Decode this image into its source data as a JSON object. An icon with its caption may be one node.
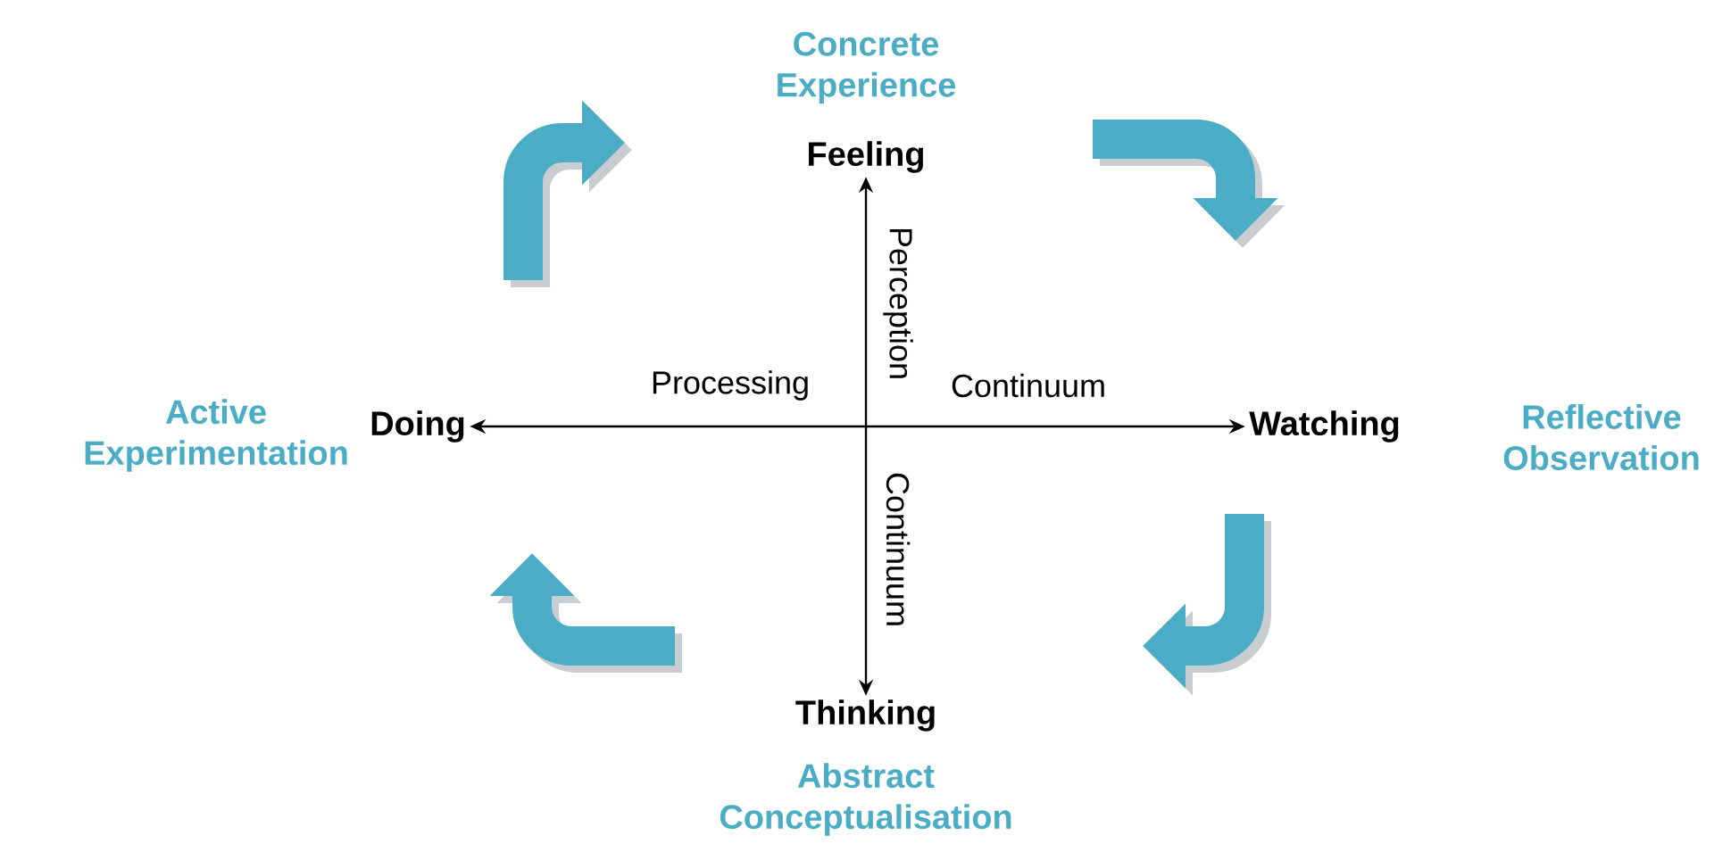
{
  "diagram": {
    "nodes": [
      {
        "text": [
          "Concrete Experience"
        ]
      },
      {
        "text": [
          "Feeling"
        ]
      },
      {
        "text": [
          "Reflective Observation"
        ]
      },
      {
        "text": [
          "Watching"
        ]
      },
      {
        "text": [
          "Thinking"
        ]
      },
      {
        "text": [
          "Abstract Conceptualisation"
        ]
      },
      {
        "text": [
          "Active Experimentation"
        ]
      },
      {
        "text": [
          "Doing"
        ]
      }
    ],
    "edges": [
      {
        "from": 1,
        "to": 4,
        "arrow": "both"
      },
      {
        "from": 7,
        "to": 3,
        "arrow": "both"
      }
    ],
    "labels": [
      "Perception",
      "Processing",
      "Continuum",
      "Continuum"
    ]
  }
}
